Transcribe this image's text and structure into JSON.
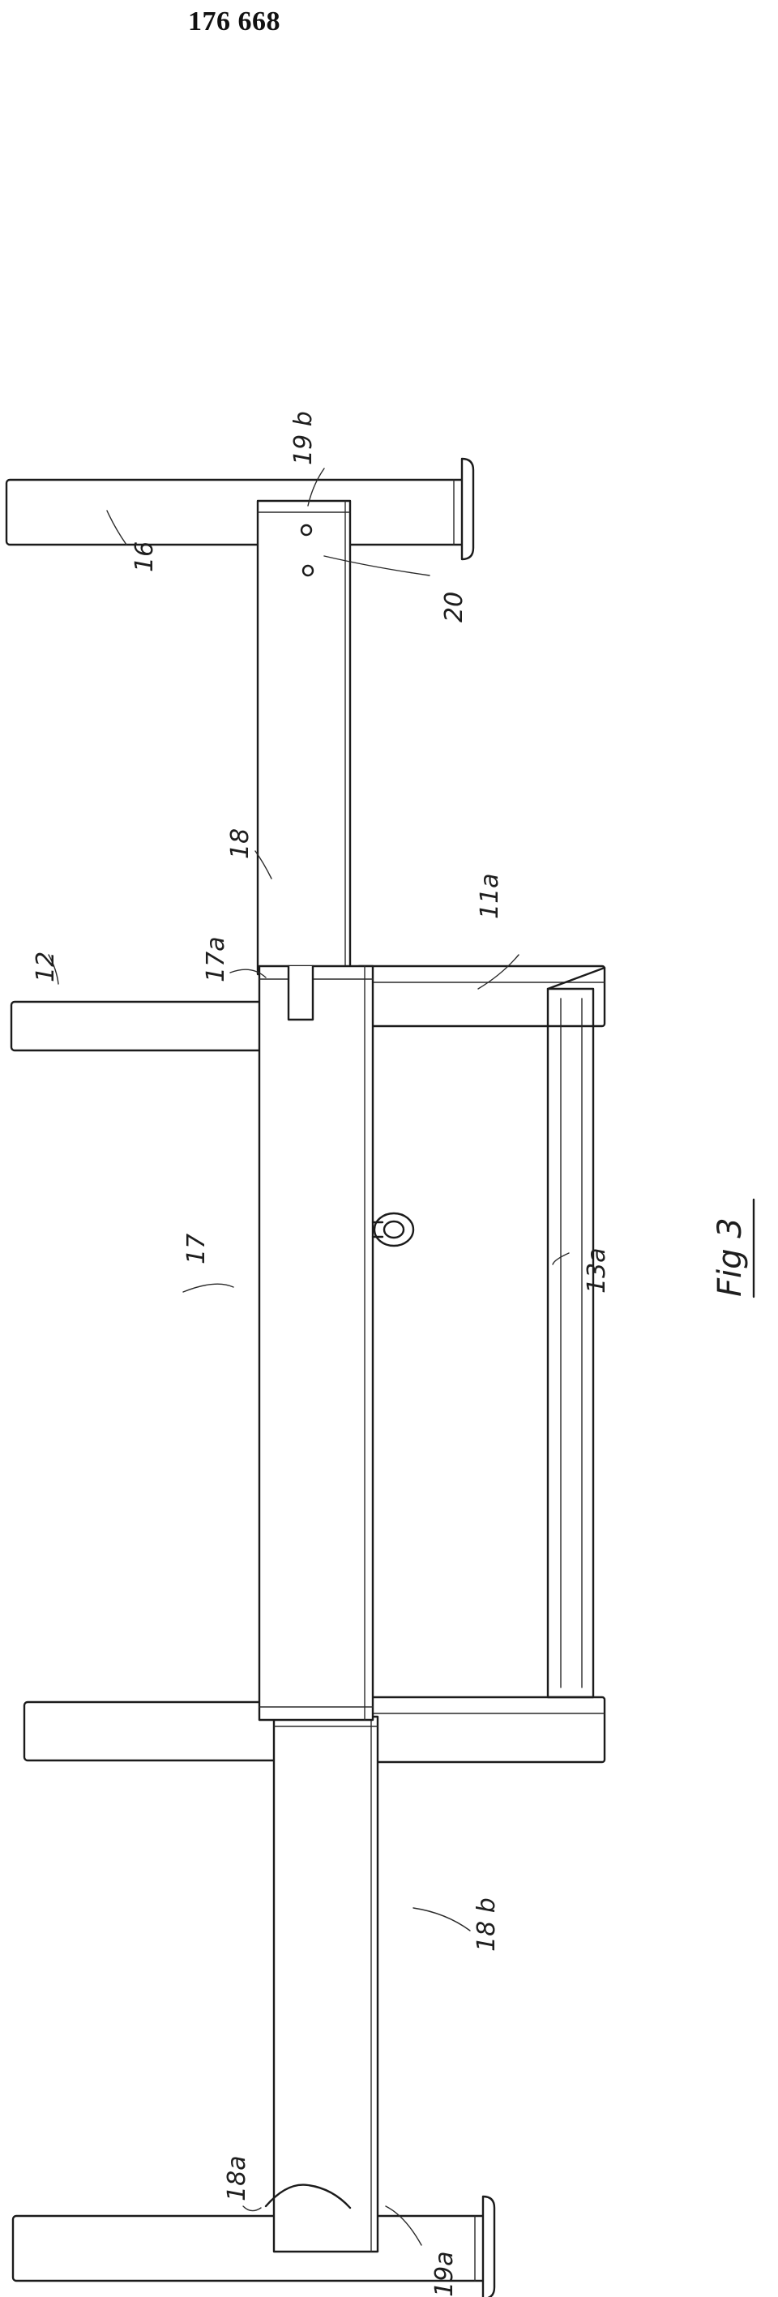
{
  "header": {
    "page_number": "176 668"
  },
  "figure": {
    "caption": "Fig 3"
  },
  "labels": {
    "l16": "16",
    "l19b": "19 b",
    "l20": "20",
    "l18": "18",
    "l17a": "17a",
    "l12": "12",
    "l11a": "11a",
    "l17": "17",
    "l13a": "13a",
    "l18b": "18 b",
    "l18a": "18a",
    "l19a": "19a"
  }
}
